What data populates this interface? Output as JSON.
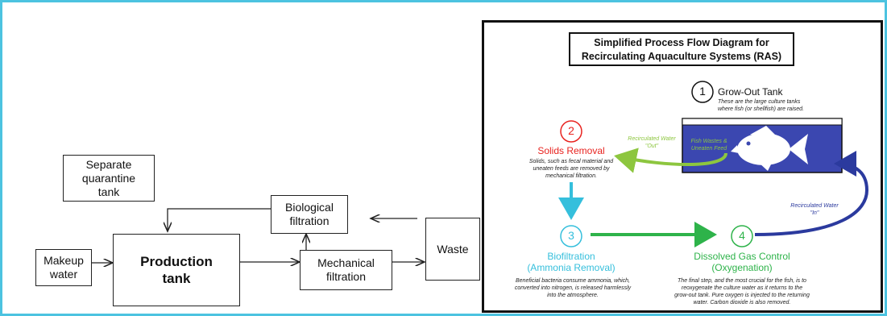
{
  "left_diagram": {
    "quarantine": "Separate quarantine tank",
    "makeup": "Makeup water",
    "production": "Production tank",
    "biological": "Biological filtration",
    "mechanical": "Mechanical filtration",
    "waste": "Waste"
  },
  "ras": {
    "title_line1": "Simplified Process Flow Diagram for",
    "title_line2": "Recirculating Aquaculture Systems (RAS)",
    "step1": {
      "num": "1",
      "title": "Grow-Out Tank",
      "desc1": "These are the large culture tanks",
      "desc2": "where fish (or shellfish) are raised."
    },
    "step2": {
      "num": "2",
      "title": "Solids Removal",
      "desc1": "Solids, such as fecal material and",
      "desc2": "uneaten feeds are removed by",
      "desc3": "mechanical filtration."
    },
    "step3": {
      "num": "3",
      "title1": "Biofiltration",
      "title2": "(Ammonia Removal)",
      "desc1": "Beneficial bacteria consume ammonia, which,",
      "desc2": "converted into nitrogen, is released harmlessly",
      "desc3": "into the atmosphere."
    },
    "step4": {
      "num": "4",
      "title1": "Dissolved Gas Control",
      "title2": "(Oxygenation)",
      "desc1": "The final step, and the most crucial for the fish, is to",
      "desc2": "reoxygenate the culture water as it returns to the",
      "desc3": "grow-out tank. Pure oxygen is injected to the returning",
      "desc4": "water. Carbon dioxide is also removed."
    },
    "tank_label1": "Fish Wastes &",
    "tank_label2": "Uneaten Feed",
    "recirc_out1": "Recirculated Water",
    "recirc_out2": "\"Out\"",
    "recirc_in1": "Recirculated Water",
    "recirc_in2": "\"In\"",
    "colors": {
      "step1": "#111111",
      "step2": "#e8231f",
      "step3": "#35bfdc",
      "step4": "#2eb34a",
      "out_arrow": "#8dc63f",
      "in_arrow": "#2b3a9e",
      "tank": "#3b47b0"
    }
  }
}
